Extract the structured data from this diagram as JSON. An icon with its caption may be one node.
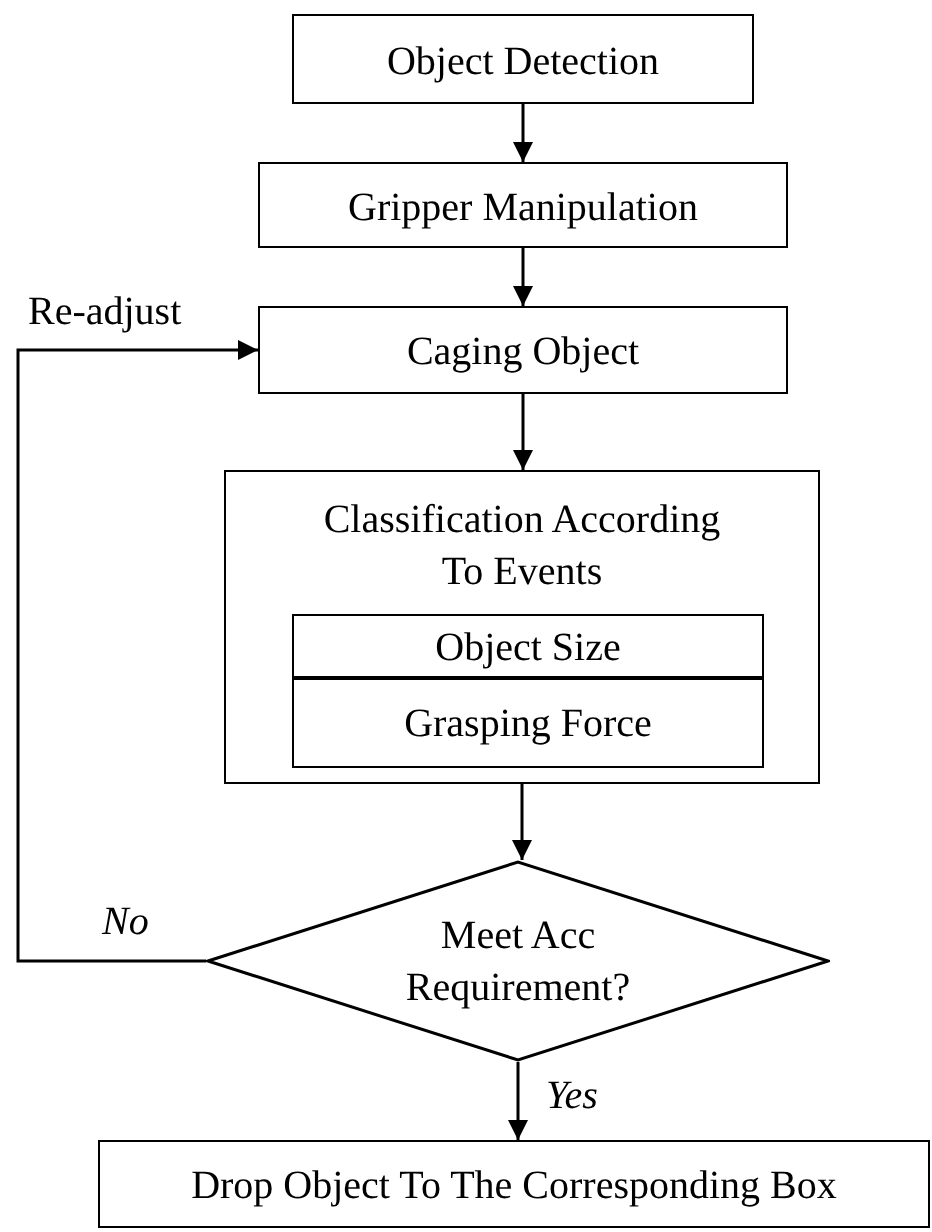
{
  "diagram": {
    "nodes": [
      {
        "text": [
          "Object Detection"
        ]
      },
      {
        "text": [
          "Gripper Manipulation"
        ]
      },
      {
        "text": [
          "Caging Object"
        ]
      },
      {
        "text": [
          "Classification According To Events"
        ]
      },
      {
        "text": [
          "Object Size"
        ],
        "in": 3
      },
      {
        "text": [
          "Grasping Force"
        ],
        "in": 3
      },
      {
        "text": [
          "Meet Acc Requirement?"
        ]
      },
      {
        "text": [
          "Drop Object To The Corresponding Box"
        ]
      }
    ],
    "edges": [
      {
        "from": 0,
        "to": 1,
        "arrow": "to"
      },
      {
        "from": 1,
        "to": 2,
        "arrow": "to"
      },
      {
        "from": 2,
        "to": 3,
        "arrow": "to"
      },
      {
        "from": 3,
        "to": 6,
        "arrow": "to"
      },
      {
        "from": 6,
        "to": 7,
        "arrow": "to",
        "label": "Yes"
      },
      {
        "from": 6,
        "to": 2,
        "arrow": "to",
        "label": "No"
      }
    ],
    "labels": [
      "Re-adjust"
    ]
  }
}
